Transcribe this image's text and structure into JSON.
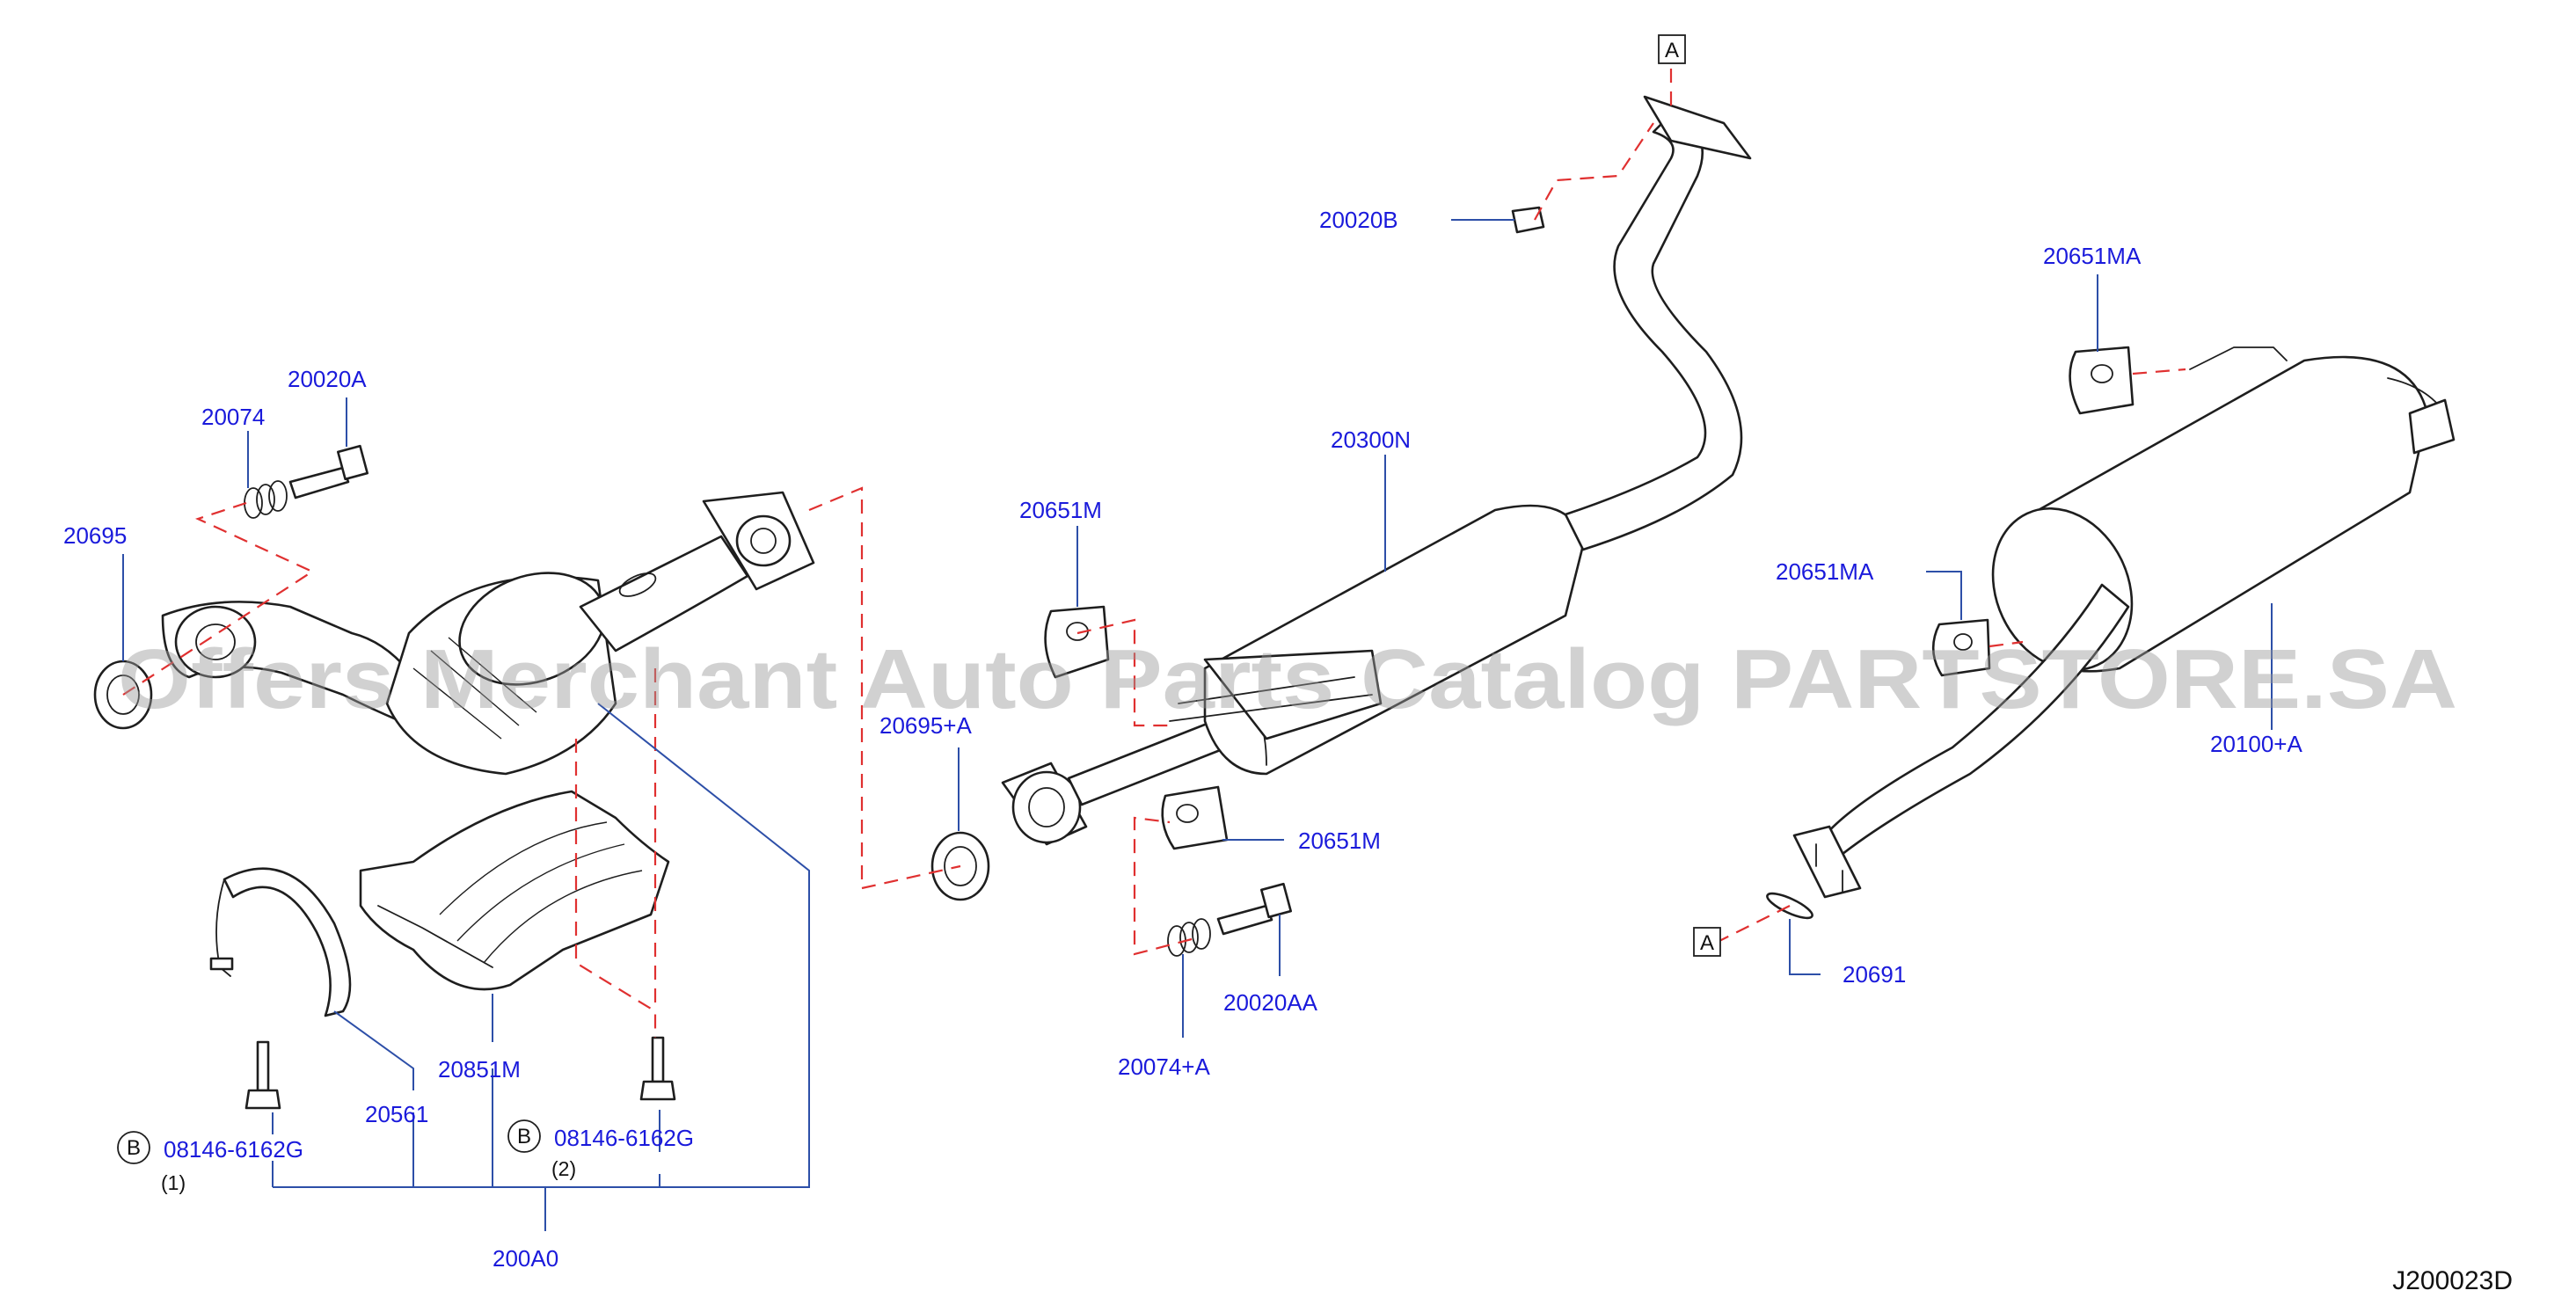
{
  "watermark": "Offers Merchant Auto Parts Catalog PARTSTORE.SA",
  "drawing_code": "J200023D",
  "ref_markers": {
    "a_top": "A",
    "a_bottom": "A",
    "b_left": "B",
    "b_right": "B"
  },
  "parts": {
    "p20020A": "20020A",
    "p20074": "20074",
    "p20695": "20695",
    "p20651M_top": "20651M",
    "p20695A": "20695+A",
    "p20300N": "20300N",
    "p20020B": "20020B",
    "p20651MA_top": "20651MA",
    "p20651MA_mid": "20651MA",
    "p20100A": "20100+A",
    "p20651M_bottom": "20651M",
    "p20020AA": "20020AA",
    "p20074A": "20074+A",
    "p20691": "20691",
    "p20851M": "20851M",
    "p20561": "20561",
    "p08146_left": "08146-6162G",
    "p08146_right": "08146-6162G",
    "p200A0": "200A0"
  },
  "quantities": {
    "left": "(1)",
    "right": "(2)"
  }
}
